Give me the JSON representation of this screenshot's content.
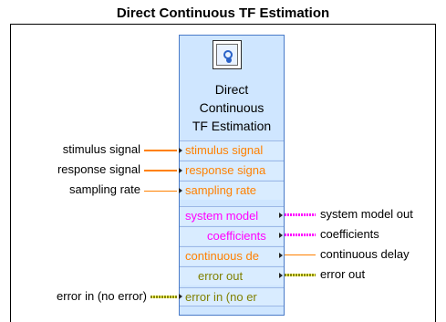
{
  "title": "Direct Continuous TF Estimation",
  "block": {
    "icon_name": "transfer-function-icon",
    "label_lines": [
      "Direct",
      "Continuous",
      "TF Estimation"
    ]
  },
  "inputs": [
    {
      "pin_text": "stimulus signal",
      "external_label": "stimulus signal",
      "color": "#ff8000"
    },
    {
      "pin_text": "response signa",
      "external_label": "response signal",
      "color": "#ff8000"
    },
    {
      "pin_text": "sampling rate",
      "external_label": "sampling rate",
      "color": "#ff8000"
    }
  ],
  "outputs": [
    {
      "pin_text": "system model",
      "external_label": "system model out",
      "color": "#ff00ff"
    },
    {
      "pin_text": "coefficients",
      "external_label": "coefficients",
      "color": "#ff00ff"
    },
    {
      "pin_text": "continuous de",
      "external_label": "continuous delay",
      "color": "#ff8000"
    },
    {
      "pin_text": "error out",
      "external_label": "error out",
      "color": "#808000"
    }
  ],
  "error_in": {
    "pin_text": "error in (no er",
    "external_label": "error in (no error)",
    "color": "#808000"
  }
}
